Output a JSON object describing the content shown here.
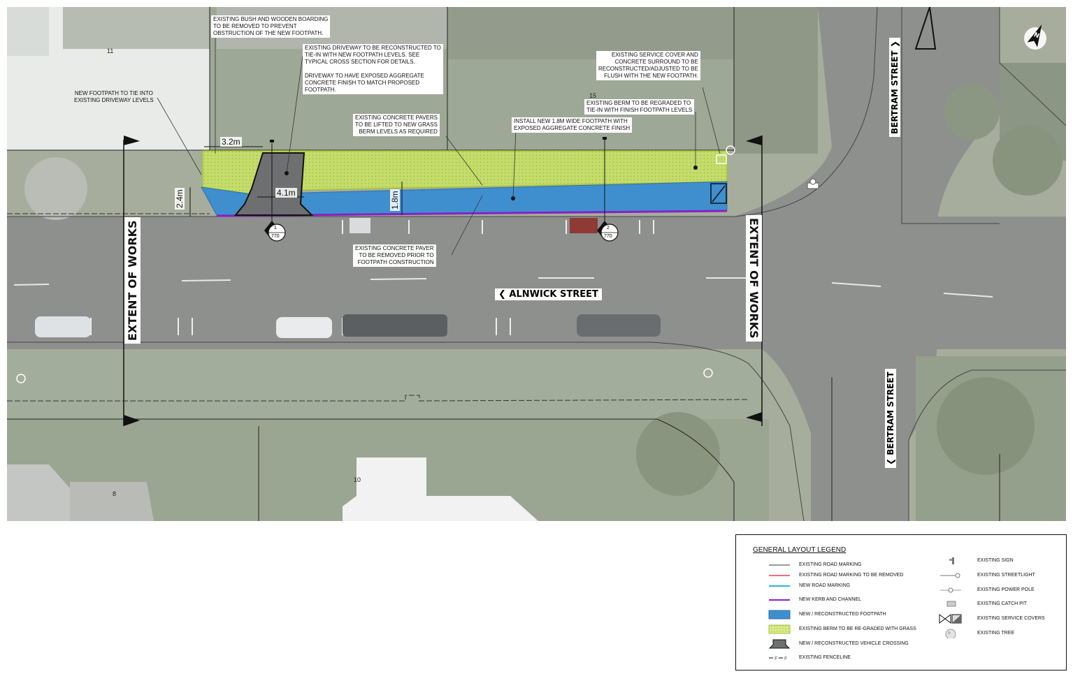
{
  "map": {
    "street_labels": {
      "alnwick": "ALNWICK STREET",
      "bertram_top": "BERTRAM STREET",
      "bertram_bottom": "BERTRAM STREET"
    },
    "extent_label": "EXTENT OF WORKS",
    "lot_numbers": [
      "11",
      "15",
      "8",
      "10"
    ],
    "dimensions": [
      "3.2m",
      "4.1m",
      "2.4m",
      "1.8m"
    ],
    "section_markers": [
      {
        "num": "1",
        "sheet": "770"
      },
      {
        "num": "2",
        "sheet": "770"
      }
    ],
    "notes": {
      "bush": "EXISTING BUSH AND WOODEN BOARDING\nTO BE REMOVED TO PREVENT\nOBSTRUCTION OF THE NEW FOOTPATH.",
      "driveway": "EXISTING DRIVEWAY TO BE RECONSTRUCTED TO\nTIE-IN WITH NEW FOOTPATH LEVELS. SEE\nTYPICAL CROSS SECTION FOR DETAILS.\n\nDRIVEWAY TO HAVE EXPOSED AGGREGATE\nCONCRETE FINISH TO MATCH PROPOSED\nFOOTPATH.",
      "tie_in": "NEW FOOTPATH TO TIE INTO\nEXISTING DRIVEWAY LEVELS",
      "pavers_lift": "EXISTING CONCRETE PAVERS\nTO BE LIFTED TO NEW GRASS\nBERM LEVELS AS REQUIRED",
      "install": "INSTALL NEW 1.8m WIDE FOOTPATH WITH\nEXPOSED AGGREGATE CONCRETE FINISH",
      "service": "EXISTING SERVICE COVER AND\nCONCRETE SURROUND TO BE\nRECONSTRUCTED/ADJUSTED TO BE\nFLUSH WITH THE NEW FOOTPATH.",
      "berm": "EXISTING BERM TO BE REGRADED TO\nTIE-IN WITH FINISH FOOTPATH LEVELS",
      "paver_remove": "EXISTING CONCRETE PAVER\nTO BE REMOVED PRIOR TO\nFOOTPATH CONSTRUCTION"
    }
  },
  "legend": {
    "title": "GENERAL LAYOUT LEGEND",
    "left_items": [
      {
        "label": "EXISTING ROAD MARKING",
        "symbol": "grey-line"
      },
      {
        "label": "EXISTING ROAD MARKING TO BE REMOVED",
        "symbol": "red-line"
      },
      {
        "label": "NEW ROAD MARKING",
        "symbol": "cyan-line"
      },
      {
        "label": "NEW KERB AND CHANNEL",
        "symbol": "purple-line"
      },
      {
        "label": "NEW / RECONSTRUCTED FOOTPATH",
        "symbol": "blue-fill"
      },
      {
        "label": "EXISTING BERM TO BE RE-GRADED WITH GRASS",
        "symbol": "green-hatch"
      },
      {
        "label": "NEW / RECONSTRUCTED VEHICLE CROSSING",
        "symbol": "grey-trapezoid"
      },
      {
        "label": "EXISTING FENCELINE",
        "symbol": "fence-line"
      }
    ],
    "right_items": [
      {
        "label": "EXISTING SIGN",
        "symbol": "sign-icon"
      },
      {
        "label": "EXISTING STREETLIGHT",
        "symbol": "streetlight-icon"
      },
      {
        "label": "EXISTING POWER POLE",
        "symbol": "power-pole-icon"
      },
      {
        "label": "EXISTING CATCH PIT",
        "symbol": "catch-pit-icon"
      },
      {
        "label": "EXISTING SERVICE COVERS",
        "symbol": "service-cover-icon"
      },
      {
        "label": "EXISTING TREE",
        "symbol": "tree-icon"
      }
    ],
    "fence_glyph": "F"
  },
  "colors": {
    "footpath": "#3f8fcf",
    "berm": "#c8e06a",
    "kerb": "#8a20c8",
    "road": "#8d8d8d",
    "grass": "#a9b3a2"
  }
}
